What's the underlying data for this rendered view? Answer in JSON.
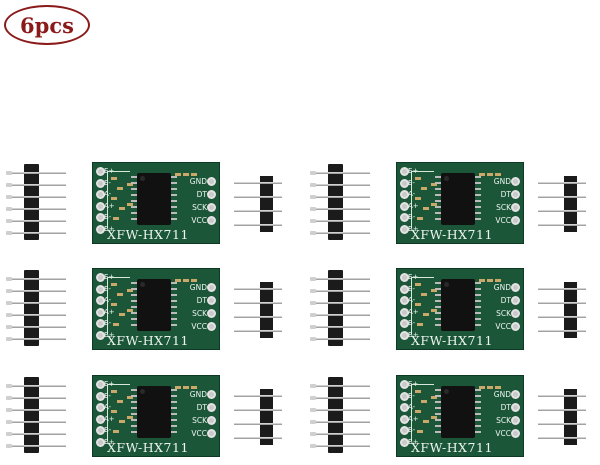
{
  "badge": {
    "text": "6pcs",
    "border_color": "#8b1a1a"
  },
  "board_color": "#1b5638",
  "modules": [
    {
      "model": "XFW-HX711"
    },
    {
      "model": "XFW-HX711"
    },
    {
      "model": "XFW-HX711"
    },
    {
      "model": "XFW-HX711"
    },
    {
      "model": "XFW-HX711"
    },
    {
      "model": "XFW-HX711"
    }
  ],
  "pin_labels": [
    "GND",
    "DT",
    "SCK",
    "VCC"
  ],
  "left_labels": [
    "E+",
    "E-",
    "A-",
    "A+",
    "B-",
    "B+"
  ]
}
